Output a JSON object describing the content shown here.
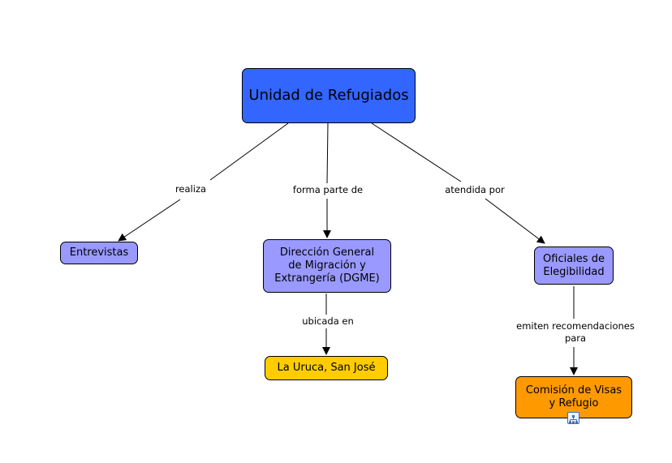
{
  "colors": {
    "root": "#3366ff",
    "concept": "#9999ff",
    "location": "#ffcc00",
    "commission": "#ff9900",
    "line": "#000000",
    "icon": "#3b6fb5"
  },
  "nodes": {
    "root": "Unidad de Refugiados",
    "entrevistas": "Entrevistas",
    "dgme": "Dirección General\nde Migración y\nExtrangería (DGME)",
    "oficiales": "Oficiales de\nElegibilidad",
    "uruca": "La Uruca, San José",
    "comision": "Comisión de Visas\ny Refugio"
  },
  "links": {
    "realiza": "realiza",
    "forma_parte": "forma parte de",
    "atendida_por": "atendida por",
    "ubicada_en": "ubicada en",
    "emiten": "emiten recomendaciones\npara"
  },
  "icons": {
    "submap": "submap-icon"
  }
}
